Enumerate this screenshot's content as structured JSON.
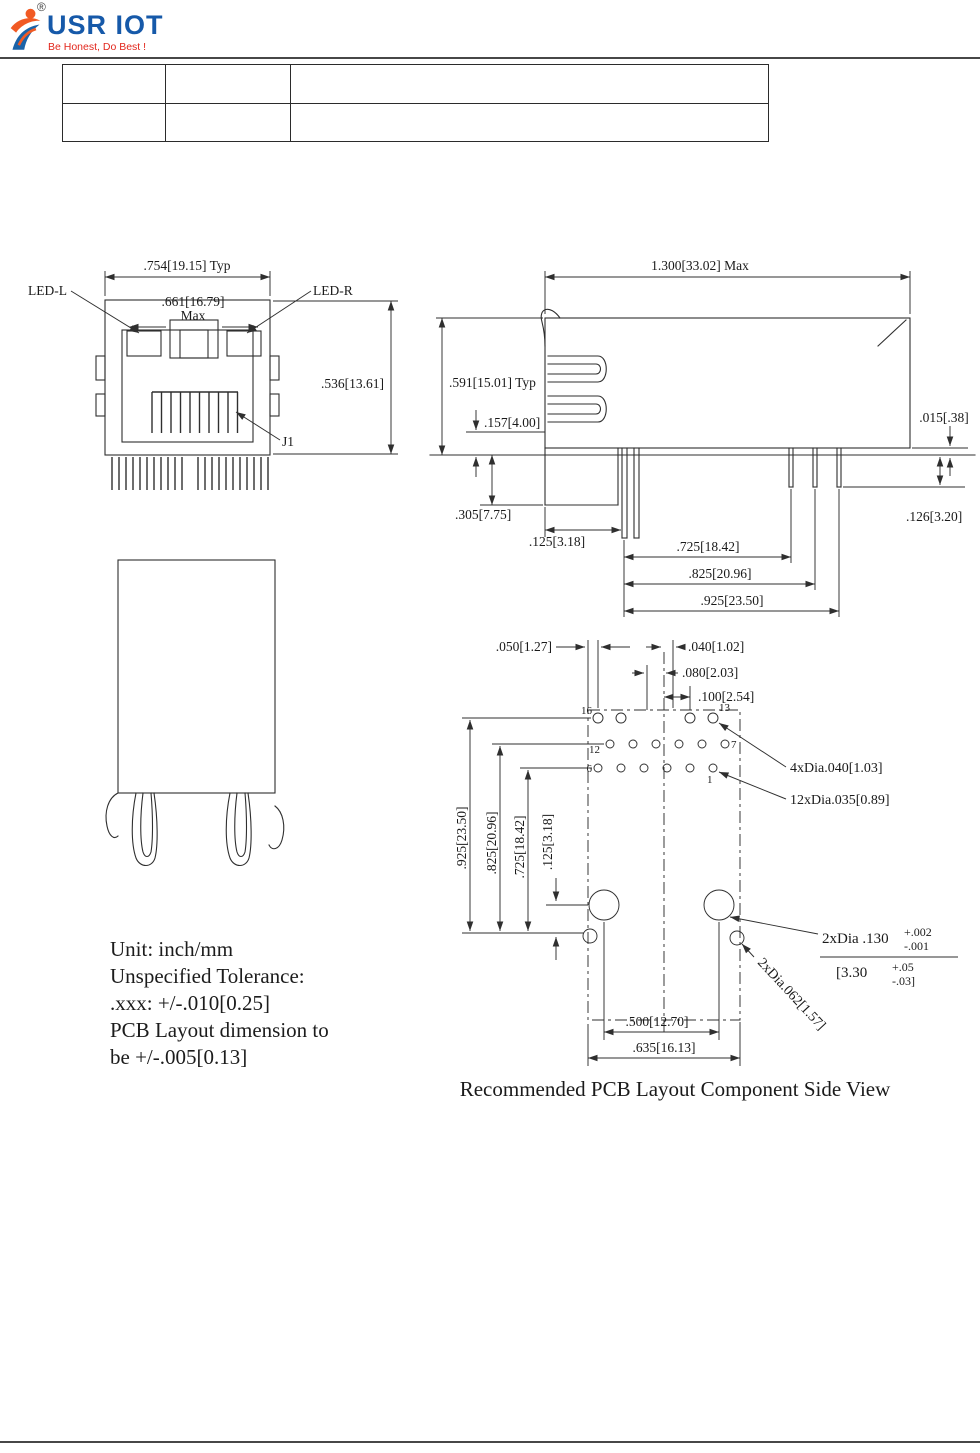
{
  "header": {
    "brand": "USR IOT",
    "registered": "®",
    "tagline": "Be Honest, Do Best !"
  },
  "front_view": {
    "led_l": "LED-L",
    "led_r": "LED-R",
    "j1": "J1",
    "width_typ": ".754[19.15] Typ",
    "width_max": ".661[16.79]",
    "width_max_suffix": "Max",
    "height": ".536[13.61]"
  },
  "side_view": {
    "length_max": "1.300[33.02] Max",
    "height_typ": ".591[15.01] Typ",
    "d157": ".157[4.00]",
    "d015": ".015[.38]",
    "d305": ".305[7.75]",
    "d126": ".126[3.20]",
    "d125": ".125[3.18]",
    "d725": ".725[18.42]",
    "d825": ".825[20.96]",
    "d925": ".925[23.50]"
  },
  "pcb": {
    "d050": ".050[1.27]",
    "d040": ".040[1.02]",
    "d080": ".080[2.03]",
    "d100": ".100[2.54]",
    "v925": ".925[23.50]",
    "v825": ".825[20.96]",
    "v725": ".725[18.42]",
    "v125": ".125[3.18]",
    "pins": {
      "p16": "16",
      "p13": "13",
      "p12": "12",
      "p7": "7",
      "p6": "6",
      "p1": "1"
    },
    "hole4x": "4xDia.040[1.03]",
    "hole12x": "12xDia.035[0.89]",
    "dia130": "2xDia .130",
    "dia130_plus": "+.002",
    "dia130_minus": "-.001",
    "dia130_mm": "[3.30",
    "dia130_mm_plus": "+.05",
    "dia130_mm_minus": "-.03]",
    "dia062": "2xDia.062[1.57]",
    "d500": ".500[12.70]",
    "d635": ".635[16.13]",
    "caption": "Recommended PCB Layout Component Side View"
  },
  "notes": {
    "line1": "Unit: inch/mm",
    "line2": "Unspecified Tolerance:",
    "line3": ".xxx: +/-.010[0.25]",
    "line4": "PCB Layout dimension to",
    "line5": "be +/-.005[0.13]"
  }
}
